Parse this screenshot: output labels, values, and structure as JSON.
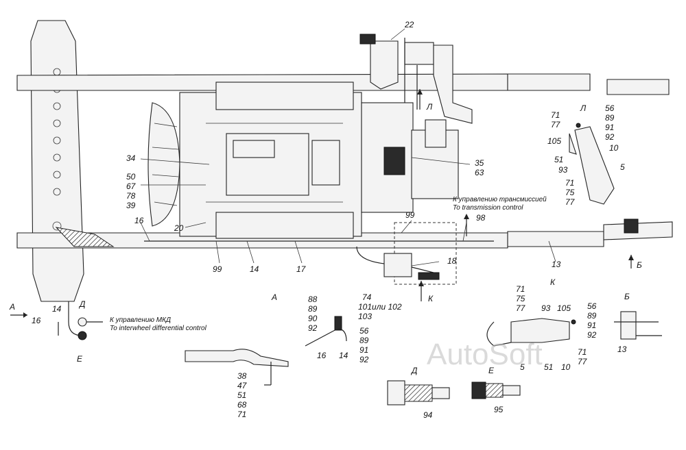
{
  "diagram": {
    "main_labels": {
      "l22": "22",
      "l34": "34",
      "l50": "50",
      "l67": "67",
      "l78": "78",
      "l39": "39",
      "l16a": "16",
      "l20": "20",
      "l99a": "99",
      "l14a": "14",
      "l17": "17",
      "l99b": "99",
      "l98": "98",
      "l35": "35",
      "l63": "63",
      "l18": "18",
      "l13a": "13",
      "view_l_arrow": "Л",
      "view_k_arrow": "К",
      "view_b_arrow": "Б"
    },
    "notes": {
      "transmission_ru": "К управлению трансмиссией",
      "transmission_en": "To transmission control",
      "mkd_ru": "К управлению МКД",
      "mkd_en": "To interwheel differential control"
    },
    "left_detail": {
      "arrow_a": "A",
      "l16": "16",
      "l14": "14",
      "letter_d": "Д",
      "letter_e": "E"
    },
    "view_a": {
      "title": "A",
      "l88": "88",
      "l89": "89",
      "l90": "90",
      "l92": "92",
      "l74": "74",
      "l101": "101или 102",
      "l103": "103",
      "l56": "56",
      "l89b": "89",
      "l91": "91",
      "l92b": "92",
      "l16": "16",
      "l14": "14",
      "l38": "38",
      "l47": "47",
      "l51": "51",
      "l68": "68",
      "l71": "71"
    },
    "view_l": {
      "title": "Л",
      "l71": "71",
      "l77": "77",
      "l105": "105",
      "l51": "51",
      "l93": "93",
      "l56": "56",
      "l89": "89",
      "l91": "91",
      "l92": "92",
      "l10": "10",
      "l5": "5",
      "l71b": "71",
      "l75": "75",
      "l77b": "77"
    },
    "view_k": {
      "title": "К",
      "l71": "71",
      "l75": "75",
      "l77": "77",
      "l93": "93",
      "l105": "105",
      "l56": "56",
      "l89": "89",
      "l91": "91",
      "l92": "92",
      "l71b": "71",
      "l77b": "77",
      "l5": "5",
      "l51": "51",
      "l10": "10"
    },
    "view_b": {
      "title": "Б",
      "l13": "13"
    },
    "view_d": {
      "title": "Д",
      "l94": "94"
    },
    "view_e": {
      "title": "E",
      "l95": "95"
    },
    "watermark": "AutoSoft"
  }
}
